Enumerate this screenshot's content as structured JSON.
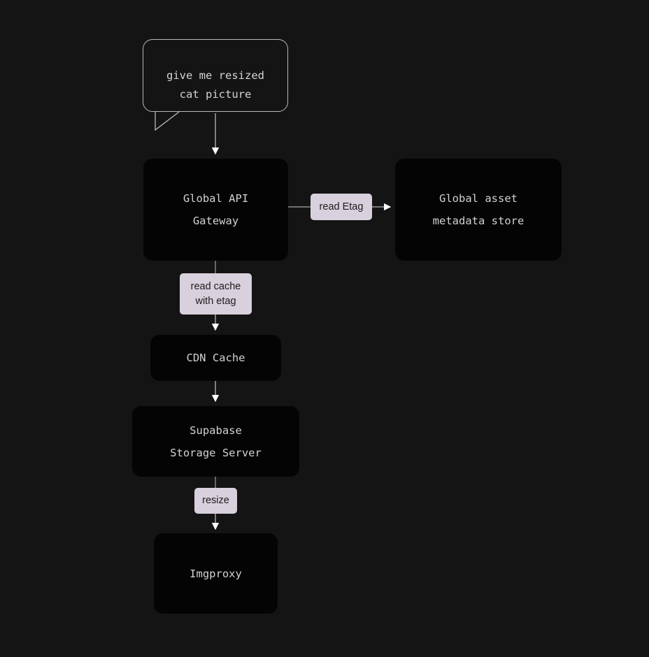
{
  "diagram": {
    "type": "flowchart",
    "background_color": "#141414",
    "node_fill_color": "#050505",
    "node_text_color": "#d2d2d4",
    "edge_color": "#b9b9bd",
    "edge_label_fill": "#d8d0dc",
    "edge_label_text_color": "#1c1c1c",
    "bubble": {
      "name": "user-request-bubble",
      "line1": "give me resized",
      "line2": "cat picture"
    },
    "nodes": [
      {
        "id": "gateway",
        "line1": "Global API",
        "line2": "Gateway"
      },
      {
        "id": "metadata",
        "line1": "Global asset",
        "line2": "metadata store"
      },
      {
        "id": "cdn",
        "line1": "CDN Cache",
        "line2": ""
      },
      {
        "id": "supabase",
        "line1": "Supabase",
        "line2": "Storage Server"
      },
      {
        "id": "imgproxy",
        "line1": "Imgproxy",
        "line2": ""
      }
    ],
    "edge_labels": [
      {
        "id": "read-etag",
        "line1": "read Etag",
        "line2": ""
      },
      {
        "id": "read-cache",
        "line1": "read cache",
        "line2": "with etag"
      },
      {
        "id": "resize",
        "line1": "resize",
        "line2": ""
      }
    ],
    "edges": [
      {
        "from": "user-request-bubble",
        "to": "gateway",
        "label": ""
      },
      {
        "from": "gateway",
        "to": "metadata",
        "label": "read Etag"
      },
      {
        "from": "gateway",
        "to": "cdn",
        "label": "read cache with etag"
      },
      {
        "from": "cdn",
        "to": "supabase",
        "label": ""
      },
      {
        "from": "supabase",
        "to": "imgproxy",
        "label": "resize"
      }
    ]
  }
}
